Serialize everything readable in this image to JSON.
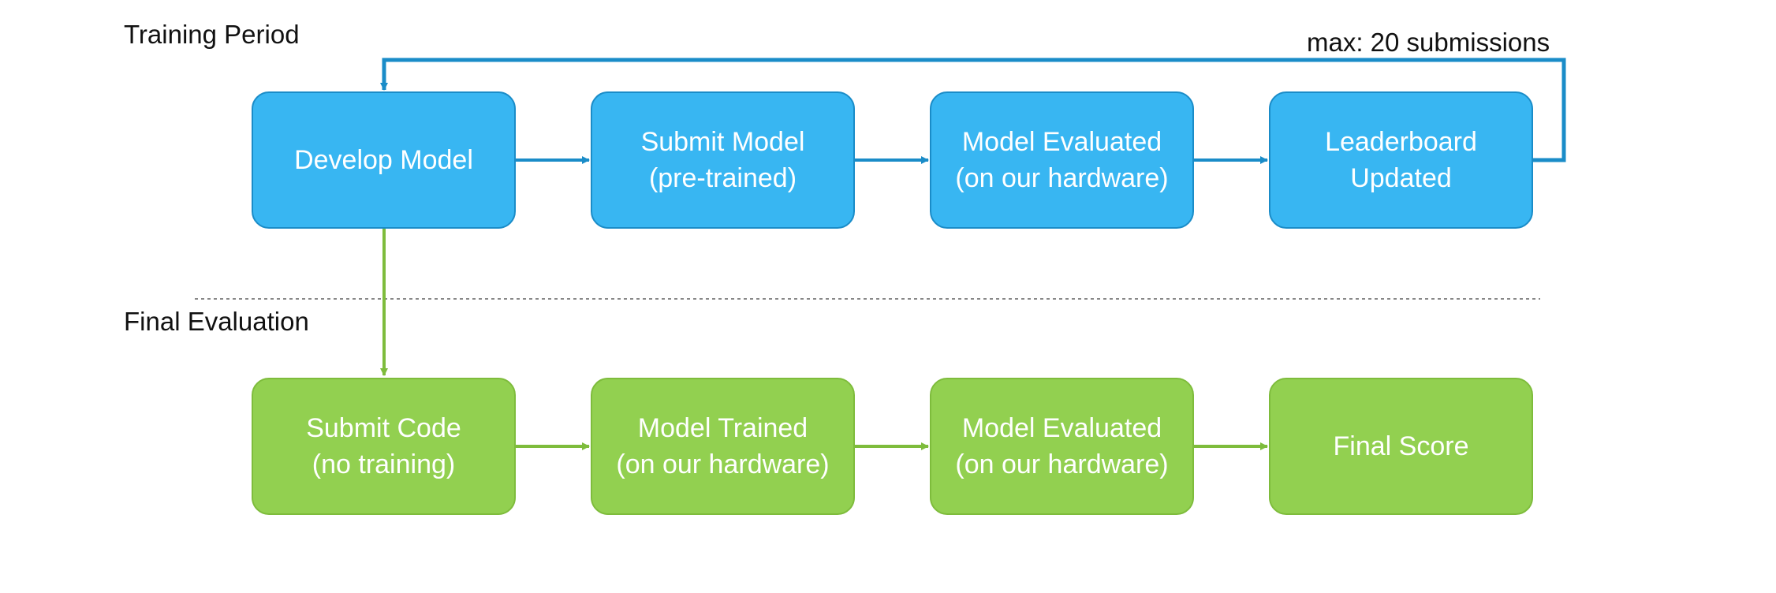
{
  "sections": {
    "training": "Training Period",
    "final": "Final Evaluation"
  },
  "training_steps": [
    {
      "line1": "Develop Model",
      "line2": ""
    },
    {
      "line1": "Submit Model",
      "line2": "(pre-trained)"
    },
    {
      "line1": "Model Evaluated",
      "line2": "(on our hardware)"
    },
    {
      "line1": "Leaderboard",
      "line2": "Updated"
    }
  ],
  "final_steps": [
    {
      "line1": "Submit Code",
      "line2": "(no training)"
    },
    {
      "line1": "Model Trained",
      "line2": "(on our hardware)"
    },
    {
      "line1": "Model Evaluated",
      "line2": "(on our hardware)"
    },
    {
      "line1": "Final Score",
      "line2": ""
    }
  ],
  "loop_label": "max: 20 submissions",
  "colors": {
    "blue_fill": "#38b6f2",
    "blue_stroke": "#1a8cc8",
    "green_fill": "#92d050",
    "green_stroke": "#7ebc3c",
    "divider": "#888888"
  }
}
